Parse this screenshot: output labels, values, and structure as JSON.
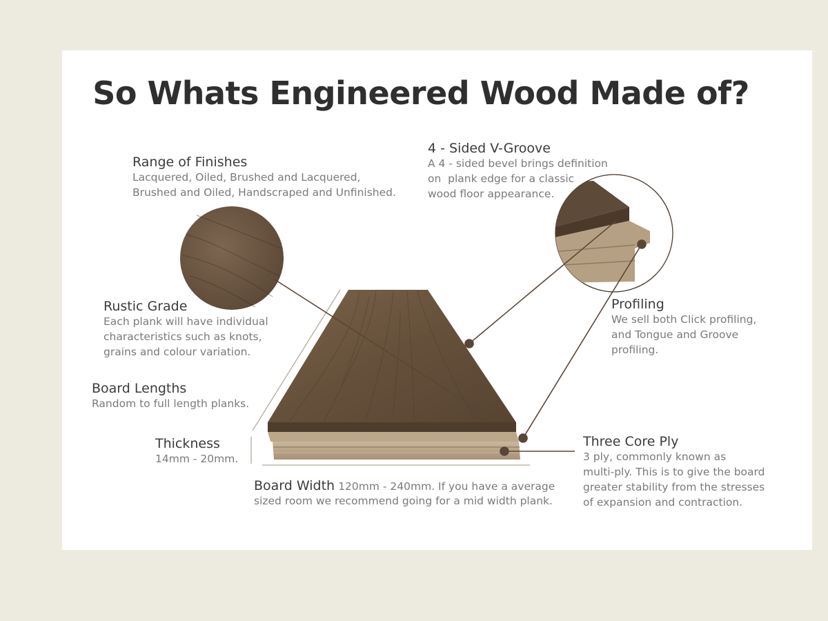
{
  "title": "So Whats Engineered Wood Made of?",
  "labels": {
    "finishes": {
      "heading": "Range of Finishes",
      "desc": "Lacquered, Oiled, Brushed and Lacquered,\nBrushed and Oiled, Handscraped and Unfinished."
    },
    "vgroove": {
      "heading": "4 - Sided V-Groove",
      "desc": "A 4 - sided bevel brings definition\non  plank edge for a classic\nwood floor appearance."
    },
    "rustic": {
      "heading": "Rustic Grade",
      "desc": "Each plank will have individual\ncharacteristics such as knots,\ngrains and colour variation."
    },
    "profiling": {
      "heading": "Profiling",
      "desc": "We sell both Click profiling,\nand Tongue and Groove\nprofiling."
    },
    "lengths": {
      "heading": "Board Lengths",
      "desc": "Random to full length planks."
    },
    "thickness": {
      "heading": "Thickness",
      "desc": "14mm - 20mm."
    },
    "ply": {
      "heading": "Three Core Ply",
      "desc": "3 ply, commonly known as\nmulti-ply. This is to give the board\ngreater stability from the stresses\nof expansion and contraction."
    },
    "width": {
      "heading": "Board Width",
      "desc_inline": "120mm - 240mm. If you have a average",
      "desc": "sized room we recommend going for a mid width plank."
    }
  },
  "colors": {
    "page_bg": "#edeae0",
    "card_bg": "#ffffff",
    "title": "#2f2f2f",
    "wood_top": "#6b5640",
    "wood_dark": "#4e3d2c",
    "ply": "#b8a48a",
    "leader": "#5a4636"
  }
}
